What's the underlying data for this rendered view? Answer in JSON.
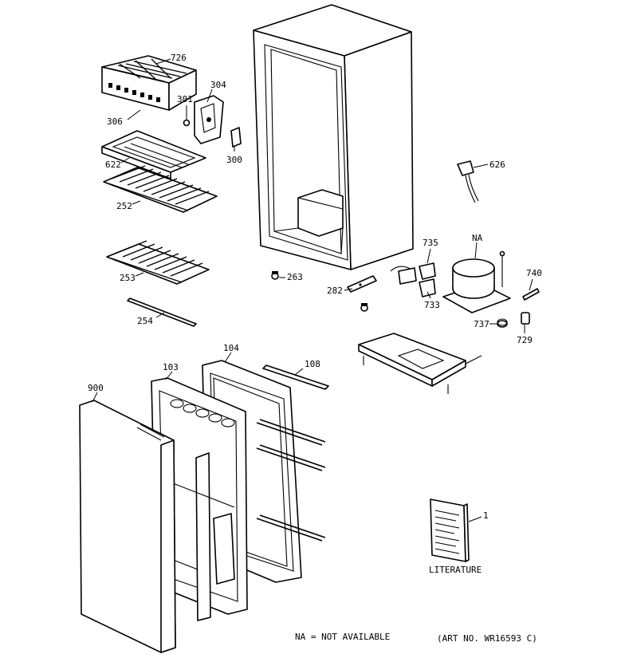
{
  "parts": [
    {
      "id": "726",
      "label": "726"
    },
    {
      "id": "304",
      "label": "304"
    },
    {
      "id": "301",
      "label": "301"
    },
    {
      "id": "306",
      "label": "306"
    },
    {
      "id": "300",
      "label": "300"
    },
    {
      "id": "622",
      "label": "622"
    },
    {
      "id": "252",
      "label": "252"
    },
    {
      "id": "253",
      "label": "253"
    },
    {
      "id": "254",
      "label": "254"
    },
    {
      "id": "263",
      "label": "263"
    },
    {
      "id": "282",
      "label": "282"
    },
    {
      "id": "626",
      "label": "626"
    },
    {
      "id": "735",
      "label": "735"
    },
    {
      "id": "na",
      "label": "NA"
    },
    {
      "id": "740",
      "label": "740"
    },
    {
      "id": "733",
      "label": "733"
    },
    {
      "id": "737",
      "label": "737"
    },
    {
      "id": "729",
      "label": "729"
    },
    {
      "id": "104",
      "label": "104"
    },
    {
      "id": "103",
      "label": "103"
    },
    {
      "id": "108",
      "label": "108"
    },
    {
      "id": "900",
      "label": "900"
    },
    {
      "id": "1",
      "label": "1"
    }
  ],
  "literature_label": "LITERATURE",
  "footnote": "NA = NOT AVAILABLE",
  "art_number": "(ART NO. WR16593 C)"
}
